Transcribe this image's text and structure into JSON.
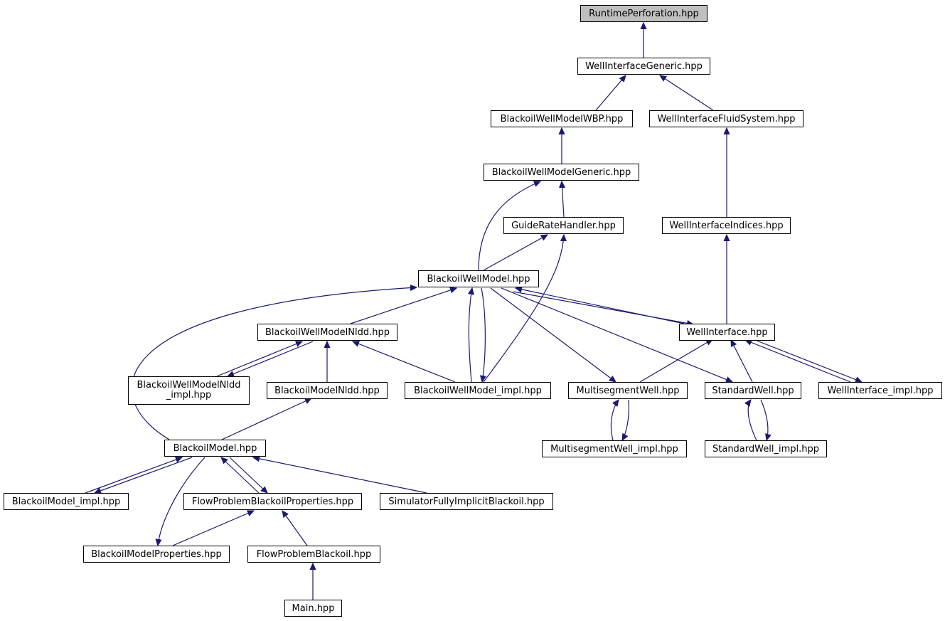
{
  "diagram": {
    "type": "include-dependency-graph",
    "colors": {
      "edge": "#191970",
      "root_fill": "#bfbfbf",
      "node_fill": "#ffffff",
      "node_border": "#000000"
    },
    "nodes": [
      {
        "id": "runtime_perforation",
        "label": "RuntimePerforation.hpp",
        "root": true
      },
      {
        "id": "well_interface_generic",
        "label": "WellInterfaceGeneric.hpp"
      },
      {
        "id": "bwm_wbp",
        "label": "BlackoilWellModelWBP.hpp"
      },
      {
        "id": "wi_fluid_system",
        "label": "WellInterfaceFluidSystem.hpp"
      },
      {
        "id": "bwm_generic",
        "label": "BlackoilWellModelGeneric.hpp"
      },
      {
        "id": "guide_rate_handler",
        "label": "GuideRateHandler.hpp"
      },
      {
        "id": "wi_indices",
        "label": "WellInterfaceIndices.hpp"
      },
      {
        "id": "bwm",
        "label": "BlackoilWellModel.hpp"
      },
      {
        "id": "bwm_nldd",
        "label": "BlackoilWellModelNldd.hpp"
      },
      {
        "id": "well_interface",
        "label": "WellInterface.hpp"
      },
      {
        "id": "bwm_nldd_impl",
        "label": "BlackoilWellModelNldd\n_impl.hpp"
      },
      {
        "id": "bm_nldd",
        "label": "BlackoilModelNldd.hpp"
      },
      {
        "id": "bwm_impl",
        "label": "BlackoilWellModel_impl.hpp"
      },
      {
        "id": "ms_well",
        "label": "MultisegmentWell.hpp"
      },
      {
        "id": "std_well",
        "label": "StandardWell.hpp"
      },
      {
        "id": "wi_impl",
        "label": "WellInterface_impl.hpp"
      },
      {
        "id": "bm",
        "label": "BlackoilModel.hpp"
      },
      {
        "id": "ms_well_impl",
        "label": "MultisegmentWell_impl.hpp"
      },
      {
        "id": "std_well_impl",
        "label": "StandardWell_impl.hpp"
      },
      {
        "id": "bm_impl",
        "label": "BlackoilModel_impl.hpp"
      },
      {
        "id": "fp_bo_props",
        "label": "FlowProblemBlackoilProperties.hpp"
      },
      {
        "id": "sim_fib",
        "label": "SimulatorFullyImplicitBlackoil.hpp"
      },
      {
        "id": "bm_props",
        "label": "BlackoilModelProperties.hpp"
      },
      {
        "id": "fp_bo",
        "label": "FlowProblemBlackoil.hpp"
      },
      {
        "id": "main",
        "label": "Main.hpp"
      }
    ],
    "edges": [
      {
        "from": "well_interface_generic",
        "to": "runtime_perforation"
      },
      {
        "from": "bwm_wbp",
        "to": "well_interface_generic"
      },
      {
        "from": "wi_fluid_system",
        "to": "well_interface_generic"
      },
      {
        "from": "bwm_generic",
        "to": "bwm_wbp"
      },
      {
        "from": "guide_rate_handler",
        "to": "bwm_generic"
      },
      {
        "from": "bwm",
        "to": "bwm_generic"
      },
      {
        "from": "wi_indices",
        "to": "wi_fluid_system"
      },
      {
        "from": "bwm",
        "to": "guide_rate_handler"
      },
      {
        "from": "bwm_impl",
        "to": "guide_rate_handler"
      },
      {
        "from": "well_interface",
        "to": "wi_indices"
      },
      {
        "from": "bwm_nldd",
        "to": "bwm"
      },
      {
        "from": "bwm_impl",
        "to": "bwm"
      },
      {
        "from": "bwm",
        "to": "bwm_impl"
      },
      {
        "from": "bm",
        "to": "bwm"
      },
      {
        "from": "well_interface",
        "to": "bwm"
      },
      {
        "from": "bwm",
        "to": "well_interface"
      },
      {
        "from": "bwm",
        "to": "ms_well"
      },
      {
        "from": "bwm",
        "to": "std_well"
      },
      {
        "from": "bwm_nldd_impl",
        "to": "bwm_nldd"
      },
      {
        "from": "bwm_nldd",
        "to": "bwm_nldd_impl"
      },
      {
        "from": "bm_nldd",
        "to": "bwm_nldd"
      },
      {
        "from": "bwm_impl",
        "to": "bwm_nldd"
      },
      {
        "from": "ms_well",
        "to": "well_interface"
      },
      {
        "from": "std_well",
        "to": "well_interface"
      },
      {
        "from": "wi_impl",
        "to": "well_interface"
      },
      {
        "from": "well_interface",
        "to": "wi_impl"
      },
      {
        "from": "bm",
        "to": "bm_nldd"
      },
      {
        "from": "ms_well_impl",
        "to": "ms_well"
      },
      {
        "from": "ms_well",
        "to": "ms_well_impl"
      },
      {
        "from": "std_well_impl",
        "to": "std_well"
      },
      {
        "from": "std_well",
        "to": "std_well_impl"
      },
      {
        "from": "bm_impl",
        "to": "bm"
      },
      {
        "from": "bm",
        "to": "bm_impl"
      },
      {
        "from": "fp_bo_props",
        "to": "bm"
      },
      {
        "from": "bm",
        "to": "fp_bo_props"
      },
      {
        "from": "sim_fib",
        "to": "bm"
      },
      {
        "from": "bm",
        "to": "bm_props"
      },
      {
        "from": "bm_props",
        "to": "fp_bo_props"
      },
      {
        "from": "fp_bo",
        "to": "fp_bo_props"
      },
      {
        "from": "main",
        "to": "fp_bo"
      }
    ]
  }
}
